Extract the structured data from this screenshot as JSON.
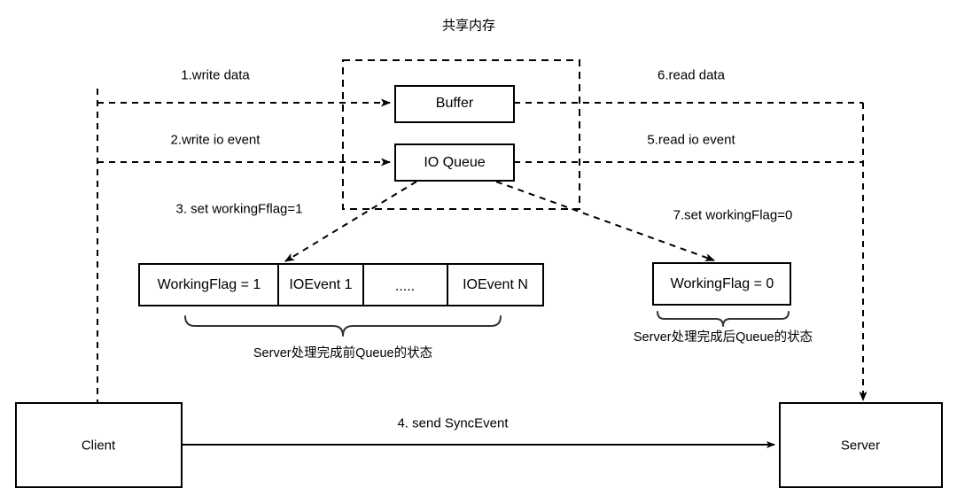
{
  "diagram": {
    "title": "共享内存",
    "shared_memory_boxes": [
      {
        "name": "buffer",
        "label": "Buffer"
      },
      {
        "name": "io-queue",
        "label": "IO Queue"
      }
    ],
    "steps": {
      "step1": "1.write data",
      "step2": "2.write io event",
      "step3": "3. set workingFflag=1",
      "step4": "4. send SyncEvent",
      "step5": "5.read io event",
      "step6": "6.read data",
      "step7": "7.set workingFlag=0"
    },
    "queue_before": {
      "cells": [
        "WorkingFlag = 1",
        "IOEvent 1",
        ".....",
        "IOEvent N"
      ],
      "caption": "Server处理完成前Queue的状态"
    },
    "queue_after": {
      "cells": [
        "WorkingFlag = 0"
      ],
      "caption": "Server处理完成后Queue的状态"
    },
    "nodes": [
      {
        "name": "client",
        "label": "Client"
      },
      {
        "name": "server",
        "label": "Server"
      }
    ],
    "colors": {
      "stroke": "#000000",
      "background": "#ffffff",
      "text": "#000000"
    }
  }
}
